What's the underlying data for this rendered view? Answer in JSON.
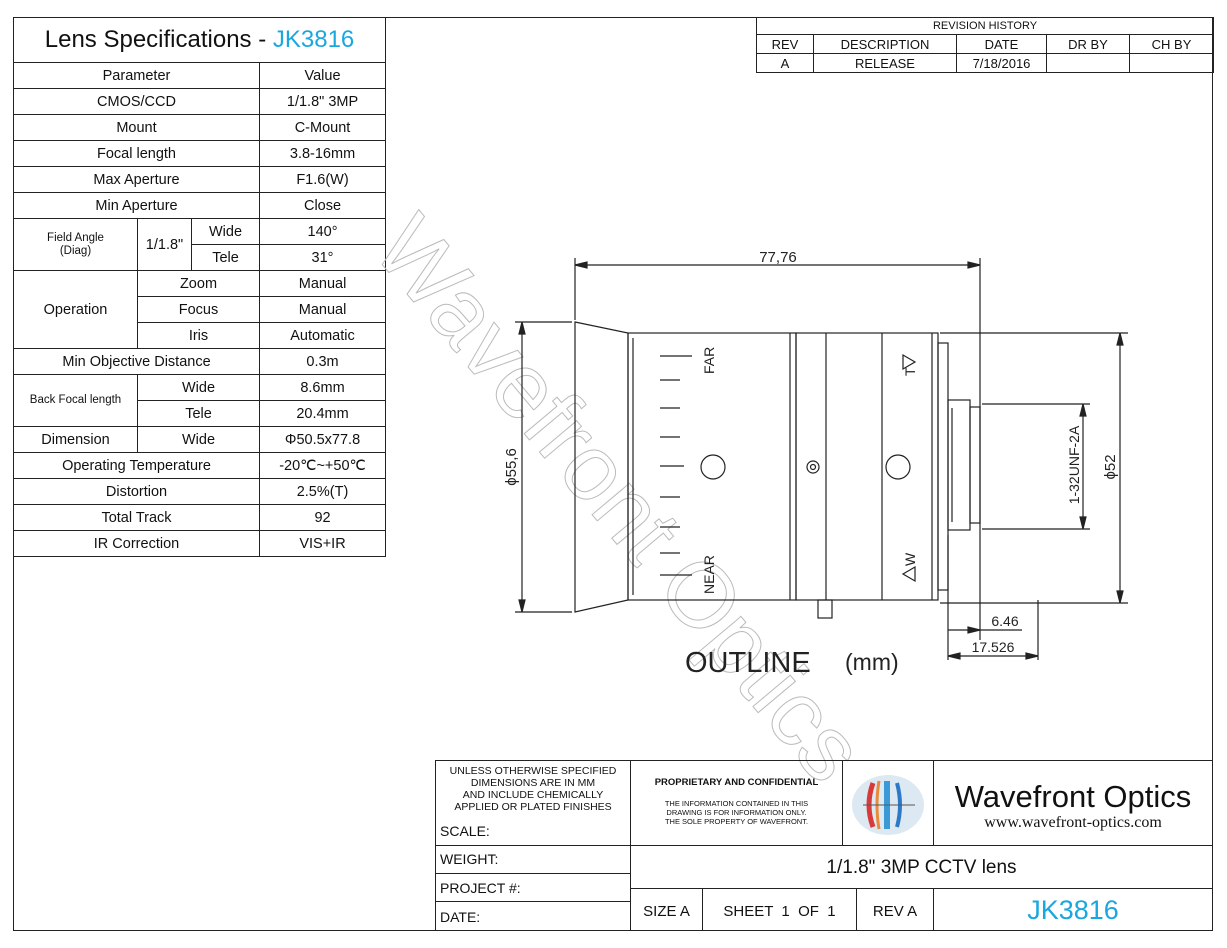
{
  "spec": {
    "title_prefix": "Lens Specifications - ",
    "title_model": "JK3816",
    "header_param": "Parameter",
    "header_value": "Value",
    "rows": {
      "cmos": {
        "label": "CMOS/CCD",
        "value": "1/1.8\" 3MP"
      },
      "mount": {
        "label": "Mount",
        "value": "C-Mount"
      },
      "focal": {
        "label": "Focal length",
        "value": "3.8-16mm"
      },
      "max_ap": {
        "label": "Max Aperture",
        "value": "F1.6(W)"
      },
      "min_ap": {
        "label": "Min Aperture",
        "value": "Close"
      },
      "field_angle": {
        "label": "Field Angle\n(Diag)",
        "format": "1/1.8\"",
        "wide_label": "Wide",
        "wide": "140°",
        "tele_label": "Tele",
        "tele": "31°"
      },
      "operation": {
        "label": "Operation",
        "zoom_label": "Zoom",
        "zoom": "Manual",
        "focus_label": "Focus",
        "focus": "Manual",
        "iris_label": "Iris",
        "iris": "Automatic"
      },
      "min_obj": {
        "label": "Min Objective Distance",
        "value": "0.3m"
      },
      "bfl": {
        "label": "Back Focal length",
        "wide_label": "Wide",
        "wide": "8.6mm",
        "tele_label": "Tele",
        "tele": "20.4mm"
      },
      "dimension": {
        "label": "Dimension",
        "sub": "Wide",
        "value": "Φ50.5x77.8"
      },
      "op_temp": {
        "label": "Operating Temperature",
        "value": "-20℃~+50℃"
      },
      "distortion": {
        "label": "Distortion",
        "value": "2.5%(T)"
      },
      "total_track": {
        "label": "Total Track",
        "value": "92"
      },
      "ir": {
        "label": "IR Correction",
        "value": "VIS+IR"
      }
    }
  },
  "revision": {
    "title": "REVISION HISTORY",
    "headers": [
      "REV",
      "DESCRIPTION",
      "DATE",
      "DR BY",
      "CH BY"
    ],
    "row": [
      "A",
      "RELEASE",
      "7/18/2016",
      "",
      ""
    ]
  },
  "drawing": {
    "dim_length": "77,76",
    "dim_dia_front": "ϕ55,6",
    "dim_dia_rear": "ϕ52",
    "thread": "1-32UNF-2A",
    "dim_646": "6.46",
    "dim_17526": "17.526",
    "far": "FAR",
    "near": "NEAR",
    "tele_mark": "T",
    "wide_mark": "W",
    "outline": "OUTLINE",
    "unit": "(mm)",
    "watermark": "Wavefront Optics"
  },
  "title_block": {
    "note": "UNLESS OTHERWISE SPECIFIED\nDIMENSIONS ARE IN MM\nAND INCLUDE CHEMICALLY\nAPPLIED OR PLATED FINISHES",
    "scale": "SCALE:",
    "weight": "WEIGHT:",
    "project": "PROJECT #:",
    "date": "DATE:",
    "prop_title": "PROPRIETARY AND CONFIDENTIAL",
    "prop_text": "THE INFORMATION CONTAINED IN THIS\nDRAWING IS FOR INFORMATION ONLY.\nTHE SOLE PROPERTY OF WAVEFRONT.",
    "company": "Wavefront Optics",
    "website": "www.wavefront-optics.com",
    "description": "1/1.8\"  3MP CCTV lens",
    "size": "SIZE A",
    "sheet": "SHEET  1  OF  1",
    "rev": "REV A",
    "part": "JK3816"
  },
  "colors": {
    "accent": "#1aa7e0",
    "line": "#222222"
  }
}
